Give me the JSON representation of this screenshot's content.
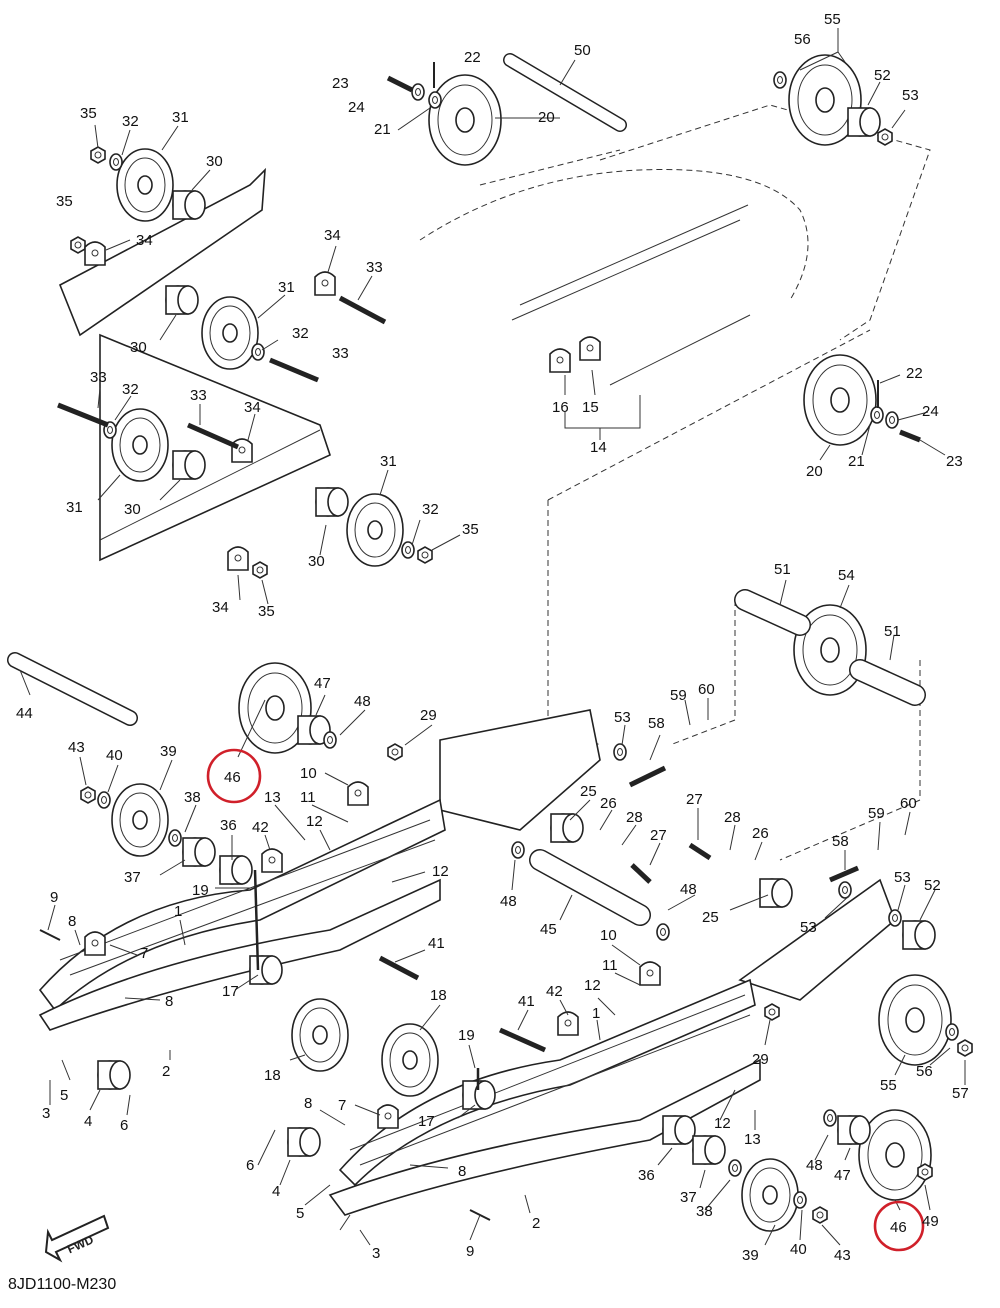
{
  "diagram": {
    "code": "8JD1100-M230",
    "fwd_label": "FWD",
    "colors": {
      "line": "#222222",
      "highlight": "#d0202a",
      "background": "#ffffff"
    },
    "highlighted_part": "46",
    "callouts": [
      {
        "id": "c55a",
        "text": "55"
      },
      {
        "id": "c56a",
        "text": "56"
      },
      {
        "id": "c52a",
        "text": "52"
      },
      {
        "id": "c53a",
        "text": "53"
      },
      {
        "id": "c50",
        "text": "50"
      },
      {
        "id": "c22a",
        "text": "22"
      },
      {
        "id": "c23a",
        "text": "23"
      },
      {
        "id": "c24a",
        "text": "24"
      },
      {
        "id": "c21a",
        "text": "21"
      },
      {
        "id": "c20a",
        "text": "20"
      },
      {
        "id": "c35a",
        "text": "35"
      },
      {
        "id": "c32a",
        "text": "32"
      },
      {
        "id": "c31a",
        "text": "31"
      },
      {
        "id": "c30a",
        "text": "30"
      },
      {
        "id": "c35b",
        "text": "35"
      },
      {
        "id": "c34a",
        "text": "34"
      },
      {
        "id": "c34b",
        "text": "34"
      },
      {
        "id": "c33a",
        "text": "33"
      },
      {
        "id": "c31b",
        "text": "31"
      },
      {
        "id": "c32b",
        "text": "32"
      },
      {
        "id": "c30b",
        "text": "30"
      },
      {
        "id": "c33b",
        "text": "33"
      },
      {
        "id": "c33c",
        "text": "33"
      },
      {
        "id": "c32c",
        "text": "32"
      },
      {
        "id": "c33d",
        "text": "33"
      },
      {
        "id": "c34c",
        "text": "34"
      },
      {
        "id": "c31c",
        "text": "31"
      },
      {
        "id": "c30c",
        "text": "30"
      },
      {
        "id": "c31d",
        "text": "31"
      },
      {
        "id": "c32d",
        "text": "32"
      },
      {
        "id": "c35c",
        "text": "35"
      },
      {
        "id": "c30d",
        "text": "30"
      },
      {
        "id": "c34d",
        "text": "34"
      },
      {
        "id": "c35d",
        "text": "35"
      },
      {
        "id": "c16",
        "text": "16"
      },
      {
        "id": "c15",
        "text": "15"
      },
      {
        "id": "c14",
        "text": "14"
      },
      {
        "id": "c22b",
        "text": "22"
      },
      {
        "id": "c24b",
        "text": "24"
      },
      {
        "id": "c21b",
        "text": "21"
      },
      {
        "id": "c23b",
        "text": "23"
      },
      {
        "id": "c20b",
        "text": "20"
      },
      {
        "id": "c51a",
        "text": "51"
      },
      {
        "id": "c54",
        "text": "54"
      },
      {
        "id": "c51b",
        "text": "51"
      },
      {
        "id": "c44",
        "text": "44"
      },
      {
        "id": "c47a",
        "text": "47"
      },
      {
        "id": "c48a",
        "text": "48"
      },
      {
        "id": "c46a",
        "text": "46"
      },
      {
        "id": "c43a",
        "text": "43"
      },
      {
        "id": "c40a",
        "text": "40"
      },
      {
        "id": "c39a",
        "text": "39"
      },
      {
        "id": "c29a",
        "text": "29"
      },
      {
        "id": "c10a",
        "text": "10"
      },
      {
        "id": "c13a",
        "text": "13"
      },
      {
        "id": "c11a",
        "text": "11"
      },
      {
        "id": "c38a",
        "text": "38"
      },
      {
        "id": "c36a",
        "text": "36"
      },
      {
        "id": "c42a",
        "text": "42"
      },
      {
        "id": "c12a",
        "text": "12"
      },
      {
        "id": "c37a",
        "text": "37"
      },
      {
        "id": "c19a",
        "text": "19"
      },
      {
        "id": "c12b",
        "text": "12"
      },
      {
        "id": "c53b",
        "text": "53"
      },
      {
        "id": "c58a",
        "text": "58"
      },
      {
        "id": "c59a",
        "text": "59"
      },
      {
        "id": "c60a",
        "text": "60"
      },
      {
        "id": "c25a",
        "text": "25"
      },
      {
        "id": "c26a",
        "text": "26"
      },
      {
        "id": "c28a",
        "text": "28"
      },
      {
        "id": "c27a",
        "text": "27"
      },
      {
        "id": "c27b",
        "text": "27"
      },
      {
        "id": "c28b",
        "text": "28"
      },
      {
        "id": "c26b",
        "text": "26"
      },
      {
        "id": "c48b",
        "text": "48"
      },
      {
        "id": "c48c",
        "text": "48"
      },
      {
        "id": "c45",
        "text": "45"
      },
      {
        "id": "c25b",
        "text": "25"
      },
      {
        "id": "c58b",
        "text": "58"
      },
      {
        "id": "c59b",
        "text": "59"
      },
      {
        "id": "c60b",
        "text": "60"
      },
      {
        "id": "c53c",
        "text": "53"
      },
      {
        "id": "c52b",
        "text": "52"
      },
      {
        "id": "c53d",
        "text": "53"
      },
      {
        "id": "c9a",
        "text": "9"
      },
      {
        "id": "c8a",
        "text": "8"
      },
      {
        "id": "c7a",
        "text": "7"
      },
      {
        "id": "c1a",
        "text": "1"
      },
      {
        "id": "c8b",
        "text": "8"
      },
      {
        "id": "c17a",
        "text": "17"
      },
      {
        "id": "c41a",
        "text": "41"
      },
      {
        "id": "c10b",
        "text": "10"
      },
      {
        "id": "c11b",
        "text": "11"
      },
      {
        "id": "c42b",
        "text": "42"
      },
      {
        "id": "c12c",
        "text": "12"
      },
      {
        "id": "c1b",
        "text": "1"
      },
      {
        "id": "c41b",
        "text": "41"
      },
      {
        "id": "c18a",
        "text": "18"
      },
      {
        "id": "c18b",
        "text": "18"
      },
      {
        "id": "c2a",
        "text": "2"
      },
      {
        "id": "c5a",
        "text": "5"
      },
      {
        "id": "c3a",
        "text": "3"
      },
      {
        "id": "c4a",
        "text": "4"
      },
      {
        "id": "c6a",
        "text": "6"
      },
      {
        "id": "c19b",
        "text": "19"
      },
      {
        "id": "c29b",
        "text": "29"
      },
      {
        "id": "c55b",
        "text": "55"
      },
      {
        "id": "c56b",
        "text": "56"
      },
      {
        "id": "c57",
        "text": "57"
      },
      {
        "id": "c7b",
        "text": "7"
      },
      {
        "id": "c8c",
        "text": "8"
      },
      {
        "id": "c17b",
        "text": "17"
      },
      {
        "id": "c12d",
        "text": "12"
      },
      {
        "id": "c13b",
        "text": "13"
      },
      {
        "id": "c6b",
        "text": "6"
      },
      {
        "id": "c4b",
        "text": "4"
      },
      {
        "id": "c8d",
        "text": "8"
      },
      {
        "id": "c5b",
        "text": "5"
      },
      {
        "id": "c36b",
        "text": "36"
      },
      {
        "id": "c37b",
        "text": "37"
      },
      {
        "id": "c38b",
        "text": "38"
      },
      {
        "id": "c48d",
        "text": "48"
      },
      {
        "id": "c47b",
        "text": "47"
      },
      {
        "id": "c2b",
        "text": "2"
      },
      {
        "id": "c3b",
        "text": "3"
      },
      {
        "id": "c9b",
        "text": "9"
      },
      {
        "id": "c39b",
        "text": "39"
      },
      {
        "id": "c40b",
        "text": "40"
      },
      {
        "id": "c43b",
        "text": "43"
      },
      {
        "id": "c46b",
        "text": "46"
      },
      {
        "id": "c49",
        "text": "49"
      }
    ]
  }
}
